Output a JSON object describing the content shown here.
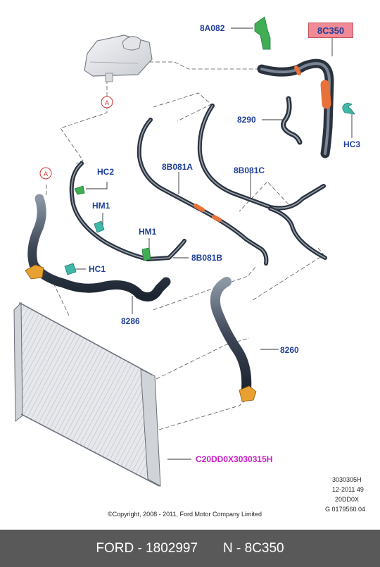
{
  "callout": {
    "label": "8C350",
    "color": "#f08a96"
  },
  "labels": {
    "reservoir_hose": "8A082",
    "hose_8290": "8290",
    "clip_hc3": "HC3",
    "clip_hc2": "HC2",
    "hose_8b081a": "8B081A",
    "hose_8b081c": "8B081C",
    "clip_hm1_upper": "HM1",
    "clip_hm1_lower": "HM1",
    "clip_hc1": "HC1",
    "hose_8b081b": "8B081B",
    "hose_8286": "8286",
    "hose_8260": "8260",
    "radiator": "C20DD0X3030315H",
    "ref_a_upper": "A",
    "ref_a_left": "A"
  },
  "reference_block": [
    "3030305H",
    "12-2011 49",
    "20DD0X",
    "G 0179560 04"
  ],
  "copyright": "©Copyright, 2008 - 2011, Ford Motor Company Limited",
  "footer": {
    "brand_part": "FORD - 1802997",
    "code": "N - 8C350"
  },
  "colors": {
    "label_text": "#1f3f9a",
    "highlight": "#e8713a",
    "clip_green": "#3fae54",
    "clip_teal": "#3fb8a8",
    "connector_orange": "#e8a030",
    "footer_bg": "#595959"
  }
}
